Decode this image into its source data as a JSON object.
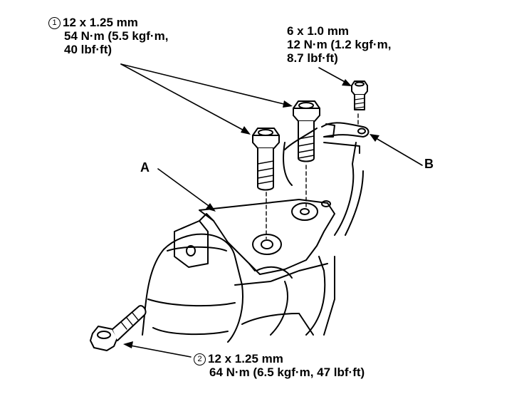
{
  "callouts": {
    "bolt1": {
      "number": "1",
      "size": "12 x 1.25 mm",
      "torque_line1": "54 N·m (5.5 kgf·m,",
      "torque_line2": "40 lbf·ft)"
    },
    "bolt_small": {
      "size": "6 x 1.0 mm",
      "torque_line1": "12 N·m (1.2 kgf·m,",
      "torque_line2": "8.7 lbf·ft)"
    },
    "bolt2": {
      "number": "2",
      "size": "12 x 1.25 mm",
      "torque_line1": "64 N·m (6.5 kgf·m, 47 lbf·ft)"
    }
  },
  "letters": {
    "a": "A",
    "b": "B"
  }
}
